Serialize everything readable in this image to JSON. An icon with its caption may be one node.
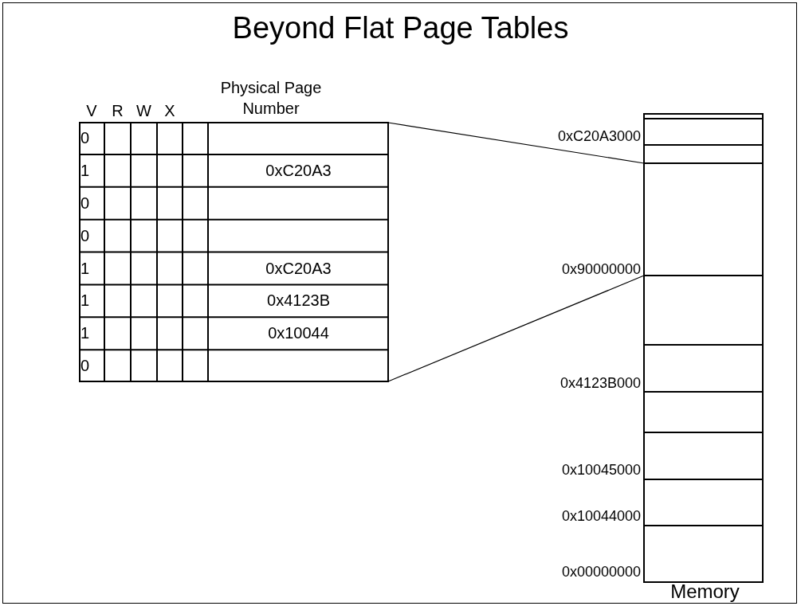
{
  "diagram": {
    "title": "Beyond Flat Page Tables",
    "nodes": [
      {
        "text": [],
        "shape": "box"
      },
      {
        "text": [
          "Memory"
        ]
      },
      {
        "text": [],
        "shape": "box",
        "in": 1
      }
    ],
    "edges": [
      {
        "from": 0,
        "to": 2,
        "arrow": "none"
      },
      {
        "from": 0,
        "to": 2,
        "arrow": "none"
      }
    ],
    "labels": [
      "V",
      "R",
      "W",
      "X",
      "Physical Page Number",
      "0",
      "1",
      "0xC20A3",
      "0",
      "0",
      "1",
      "0xC20A3",
      "1",
      "0x4123B",
      "1",
      "0x10044",
      "0",
      "0xC20A3000",
      "0x90000000",
      "0x4123B000",
      "0x10045000",
      "0x10044000",
      "0x00000000"
    ]
  }
}
